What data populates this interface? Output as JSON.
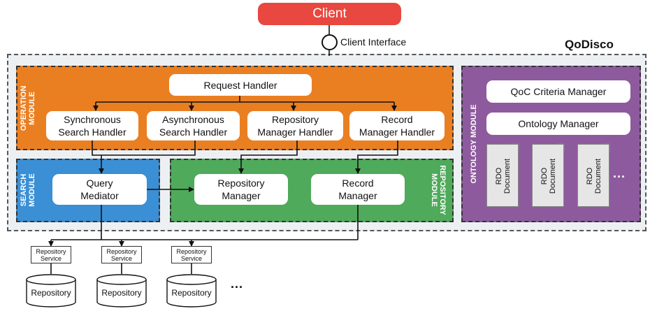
{
  "client": "Client",
  "client_interface": "Client Interface",
  "system_name": "QoDisco",
  "operation_module": {
    "label": "OPERATION MODULE",
    "request_handler": "Request Handler",
    "handlers": [
      {
        "line1": "Synchronous",
        "line2": "Search Handler"
      },
      {
        "line1": "Asynchronous",
        "line2": "Search Handler"
      },
      {
        "line1": "Repository",
        "line2": "Manager Handler"
      },
      {
        "line1": "Record",
        "line2": "Manager Handler"
      }
    ]
  },
  "search_module": {
    "label": "SEARCH MODULE",
    "query_mediator": {
      "line1": "Query",
      "line2": "Mediator"
    }
  },
  "repository_module": {
    "label": "REPOSITORY MODULE",
    "repository_manager": {
      "line1": "Repository",
      "line2": "Manager"
    },
    "record_manager": {
      "line1": "Record",
      "line2": "Manager"
    }
  },
  "ontology_module": {
    "label": "ONTOLOGY MODULE",
    "qoc_criteria_manager": "QoC Criteria Manager",
    "ontology_manager": "Ontology Manager",
    "rdo_documents": [
      {
        "line1": "RDO",
        "line2": "Document"
      },
      {
        "line1": "RDO",
        "line2": "Document"
      },
      {
        "line1": "RDO",
        "line2": "Document"
      }
    ],
    "ellipsis": "..."
  },
  "repositories": [
    {
      "service_line1": "Repository",
      "service_line2": "Service",
      "name": "Repository"
    },
    {
      "service_line1": "Repository",
      "service_line2": "Service",
      "name": "Repository"
    },
    {
      "service_line1": "Repository",
      "service_line2": "Service",
      "name": "Repository"
    }
  ],
  "repositories_ellipsis": "..."
}
